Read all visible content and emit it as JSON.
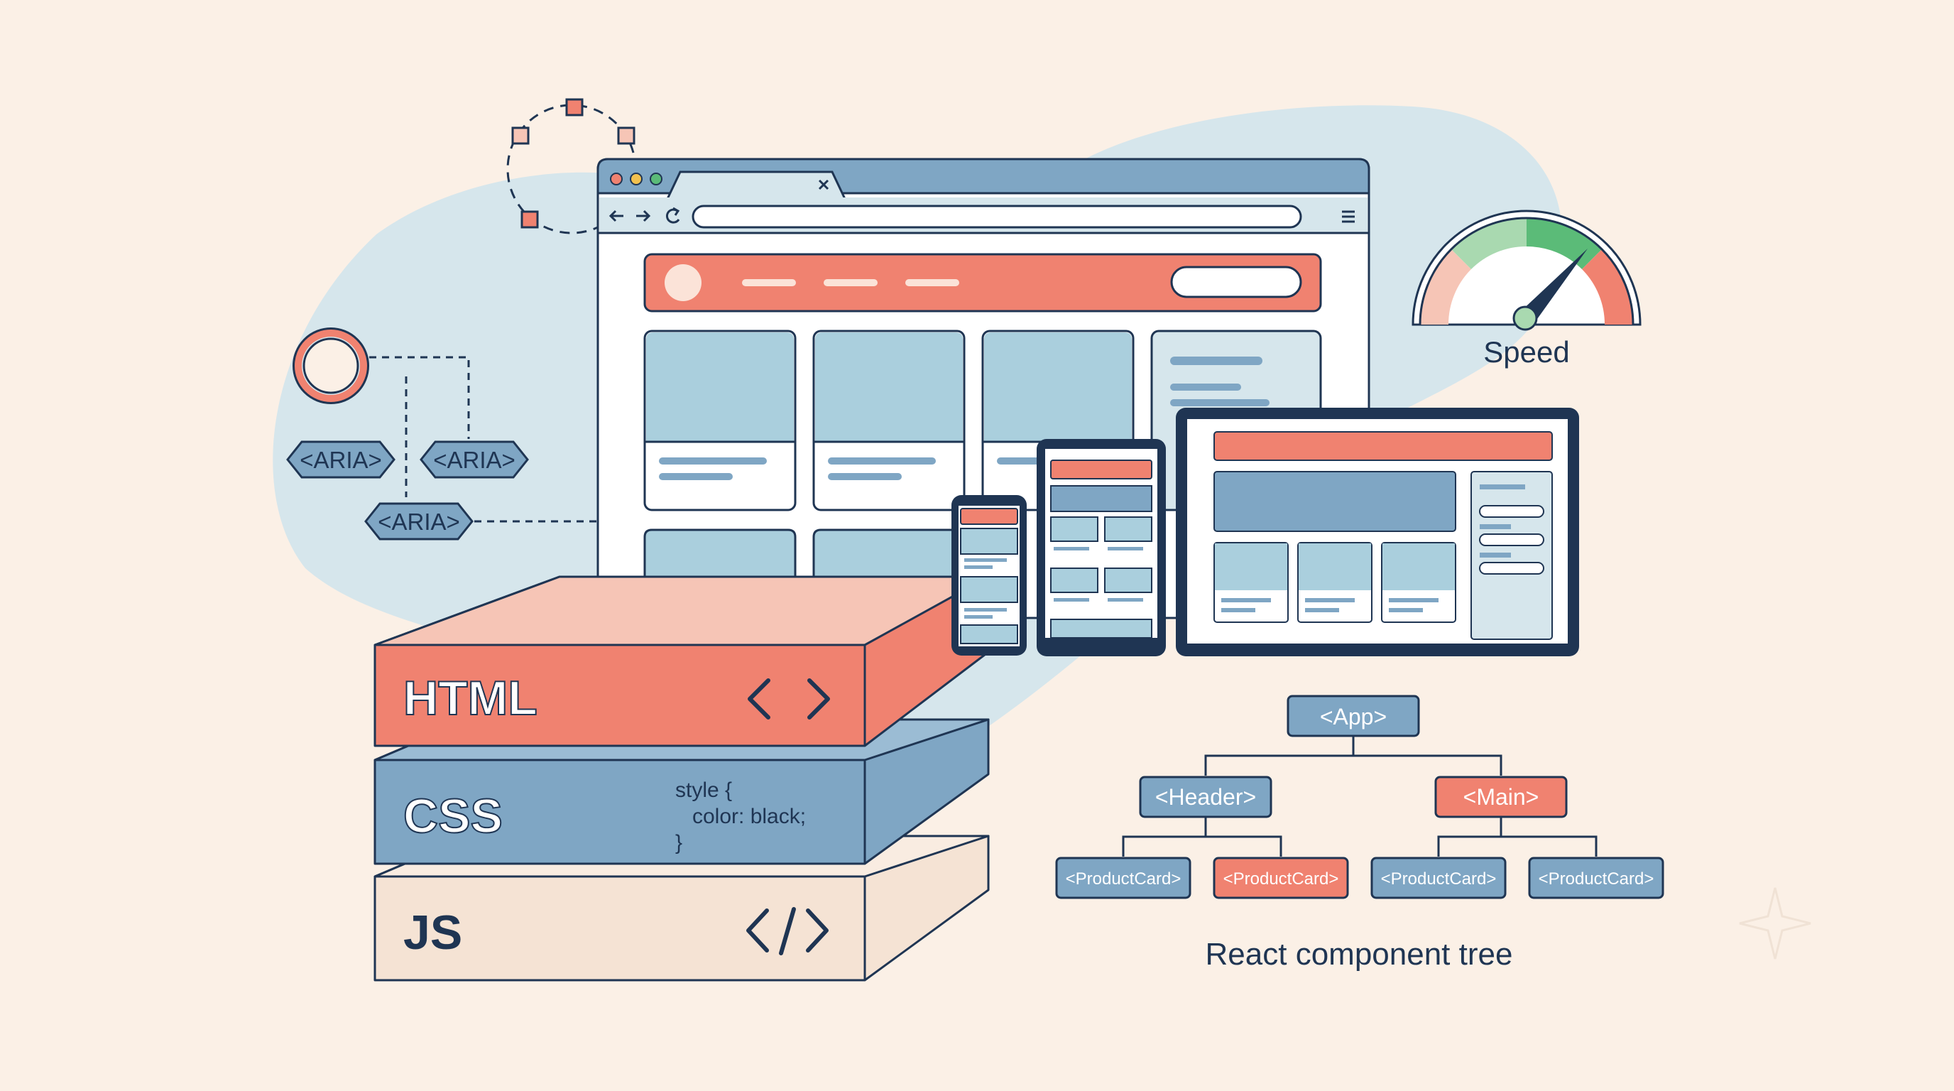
{
  "colors": {
    "background": "#fbf0e6",
    "blob": "#d6e6ec",
    "navy": "#1f3553",
    "coral": "#f08270",
    "steel_blue": "#7fa6c4",
    "light_blue": "#aacfdd",
    "peach": "#f5e3d4",
    "green": "#5bbb78",
    "light_green": "#a9d9b0",
    "pale_coral": "#f6c5b6"
  },
  "icons": [
    "close-icon",
    "back-arrow-icon",
    "forward-arrow-icon",
    "reload-icon",
    "hamburger-menu-icon",
    "gauge-icon",
    "angle-brackets-icon",
    "code-slash-icon",
    "focus-ring-icon",
    "selection-handles-icon"
  ],
  "aria_tags": [
    "<ARIA>",
    "<ARIA>",
    "<ARIA>"
  ],
  "speed": {
    "label": "Speed"
  },
  "layers": {
    "html": {
      "label": "HTML",
      "symbol": "< >"
    },
    "css": {
      "label": "CSS",
      "code": [
        "style {",
        "color: black;",
        "}"
      ]
    },
    "js": {
      "label": "JS",
      "symbol": "</>"
    }
  },
  "tree": {
    "root": "<App>",
    "header": "<Header>",
    "main": "<Main>",
    "cards": [
      "<ProductCard>",
      "<ProductCard>",
      "<ProductCard>",
      "<ProductCard>"
    ],
    "caption": "React component tree"
  }
}
